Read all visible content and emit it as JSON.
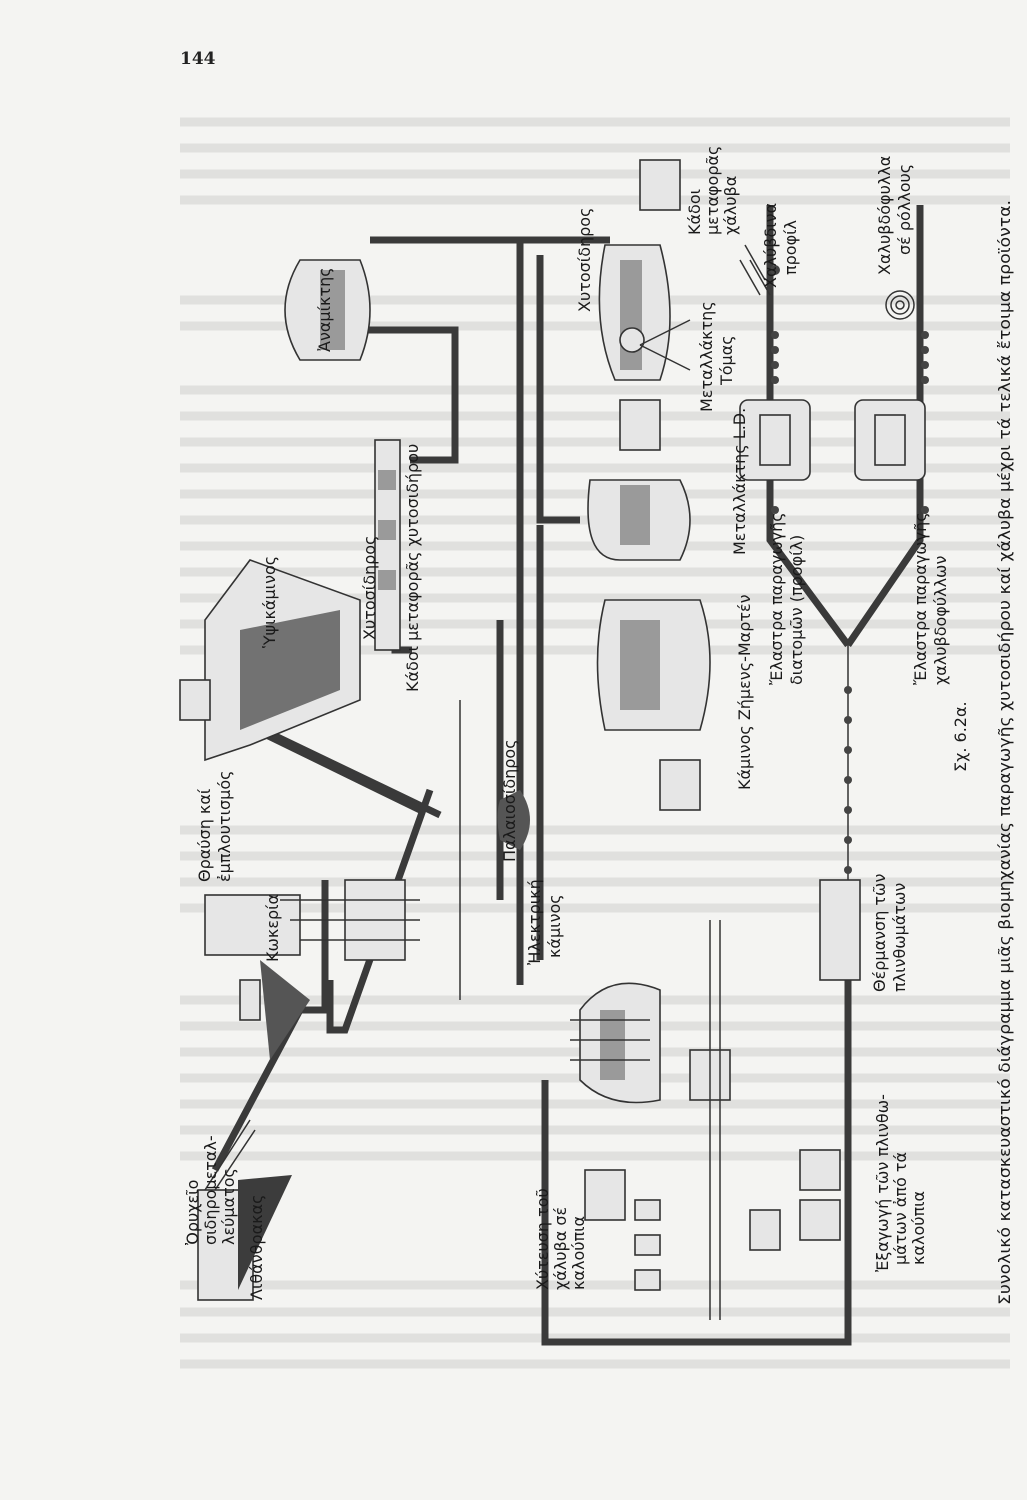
{
  "page_number": "144",
  "figure": {
    "number": "Σχ. 6.2α.",
    "caption": "Συνολικό κατασκευαστικό διάγραμμα μιᾶς βιομηχανίας παραγωγῆς χυτοσιδήρου καί χάλυβα μέχρι τά τελικά ἔτοιμα προϊόντα."
  },
  "labels": {
    "mine": [
      "Ὀρυχεῖο",
      "σιδηρομεταλ-",
      "λεύματος"
    ],
    "coal": "Λιθάνθρακας",
    "coke_oven": "Κωκερία",
    "crushing": [
      "Θραύση καί",
      "ἐμπλουτισμός"
    ],
    "blast_furnace": "Ὑψικάμινος",
    "pig_iron_1": "Χυτοσίδηρος",
    "pig_iron_ladles": "Κάδοι μεταφορᾶς χυτοσιδήρου",
    "mixer": "Ἀναμίκτης",
    "scrap": "Παλαιοσίδηρος",
    "electric_furnace": [
      "Ἠλεκτρική",
      "κάμινος"
    ],
    "siemens_martin": "Κάμινος Ζήμενς-Μαρτέν",
    "ld_converter": "Μεταλλάκτης L.D.",
    "pig_iron_2": "Χυτοσίδηρος",
    "thomas_converter": [
      "Μεταλλάκτης",
      "Τόμας"
    ],
    "steel_ladles": [
      "Κάδοι",
      "μεταφορᾶς",
      "χάλυβα"
    ],
    "casting": [
      "Χύτευση τοῦ",
      "χάλυβα σέ",
      "καλούπια"
    ],
    "stripping": [
      "Ἐξαγωγή τῶν πλινθω-",
      "μάτων ἀπό τά",
      "καλούπια"
    ],
    "heating": [
      "Θέρμανση τῶν",
      "πλινθωμάτων"
    ],
    "section_mill": [
      "Ἔλαστρα παραγωγῆς",
      "διατομῶν (προφίλ)"
    ],
    "sheet_mill": [
      "Ἔλαστρα παραγωγῆς",
      "χαλυβδοφύλλων"
    ],
    "steel_profiles": [
      "Χαλύβδινα",
      "προφίλ"
    ],
    "steel_coils": [
      "Χαλυβδόφυλλα",
      "σέ ρόλλους"
    ]
  }
}
